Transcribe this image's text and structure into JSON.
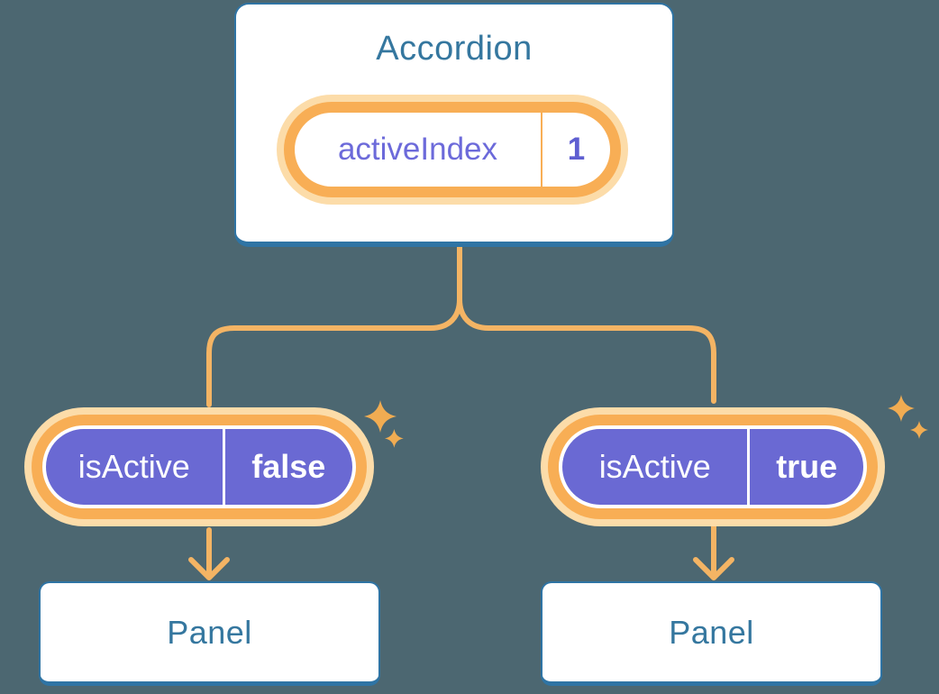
{
  "diagram": {
    "description": "Component tree showing state lifted to parent Accordion and passed down as props",
    "accordion": {
      "title": "Accordion",
      "state": {
        "label": "activeIndex",
        "value": "1"
      }
    },
    "children": [
      {
        "prop": {
          "label": "isActive",
          "value": "false"
        },
        "panel": {
          "title": "Panel"
        }
      },
      {
        "prop": {
          "label": "isActive",
          "value": "true"
        },
        "panel": {
          "title": "Panel"
        }
      }
    ]
  },
  "colors": {
    "background": "#4C6771",
    "card_fill": "#FFFFFF",
    "card_border_blue": "#2F74A4",
    "card_text_blue": "#35779F",
    "pill_purple": "#6A69D3",
    "state_label_purple": "#6C6ADA",
    "state_value_purple": "#5E5ED1",
    "ring_orange": "#F8AE55",
    "ring_glow": "#FCDCA9",
    "connector_orange": "#F4B464",
    "sparkle_orange": "#F1AC52"
  }
}
